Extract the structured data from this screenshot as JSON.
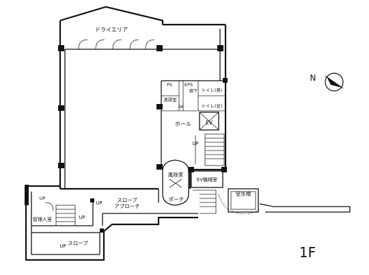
{
  "plan": {
    "floor_label": "1F",
    "rooms": {
      "dry_area": "ドライエリア",
      "ps": "PS",
      "eps": "EPS",
      "corridor": "廊下",
      "toilet_m": "トイレ(男)",
      "toilet_f": "トイレ(女)",
      "cleaning": "清掃室",
      "sk": "SK",
      "hall": "ホール",
      "ev": "EV",
      "up_hall": "UP",
      "windbreak": "風除室",
      "ev_machine": "EV機械室",
      "porch": "ポーチ",
      "slope_approach_1": "スロープ",
      "slope_approach_2": "アプローチ",
      "up_approach": "UP",
      "manager": "管理人室",
      "up_manager": "UP",
      "up_left": "UP",
      "slope_lower": "スロープ",
      "up_lower": "UP",
      "water_tank": "受水槽",
      "compass_n": "N"
    }
  }
}
